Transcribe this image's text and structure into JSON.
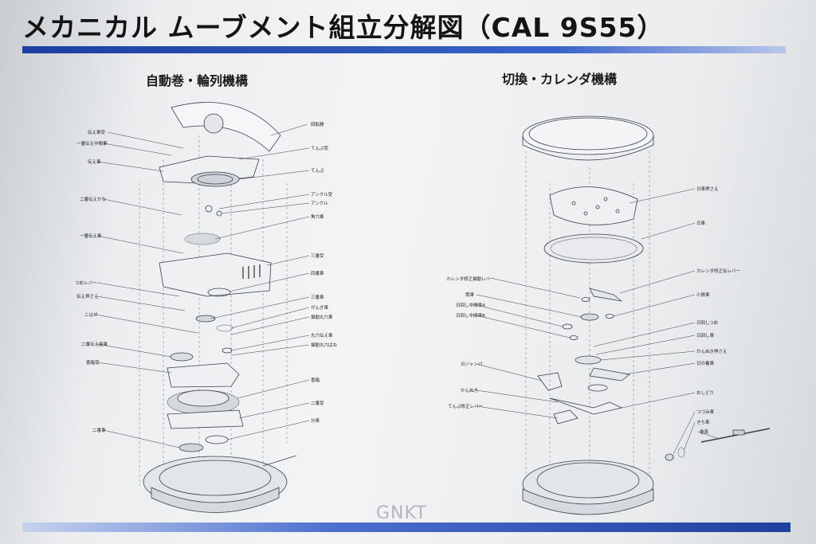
{
  "title": "メカニカル ムーブメント組立分解図（CAL 9S55）",
  "sections": {
    "left": "自動巻・輪列機構",
    "right": "切換・カレンダ機構"
  },
  "left_labels": [
    "伝え車受",
    "一番伝え中間車",
    "伝え車",
    "二番伝えかな",
    "一番伝え車",
    "つめレバー",
    "伝え押さえ",
    "こはぜ",
    "二番伝え歯車",
    "香箱受",
    "二番車",
    "回転錘",
    "てんぷ受",
    "てんぷ",
    "アンクル受",
    "アンクル",
    "角穴車",
    "三番受",
    "四番車",
    "三番車",
    "がんぎ車",
    "揺動丸穴車",
    "丸穴伝え車",
    "揺動丸穴ばね",
    "香箱",
    "二番受",
    "分車"
  ],
  "right_labels": [
    "カレンダ修正揺動レバー",
    "筒車",
    "日回し中間車A",
    "日回し中間車B",
    "日ジャンパ",
    "かんぬき",
    "てんぷ修正レバー",
    "日車押さえ",
    "日車",
    "カレンダ修正伝レバー",
    "小鉄車",
    "日回しつめ",
    "日回し車",
    "かんぬき押さえ",
    "日の裏車",
    "おしどり",
    "つづみ車",
    "きち車",
    "巻真"
  ],
  "colors": {
    "accent": "#1d3fa0",
    "line": "#3a3f47"
  },
  "watermark": "GNKT"
}
